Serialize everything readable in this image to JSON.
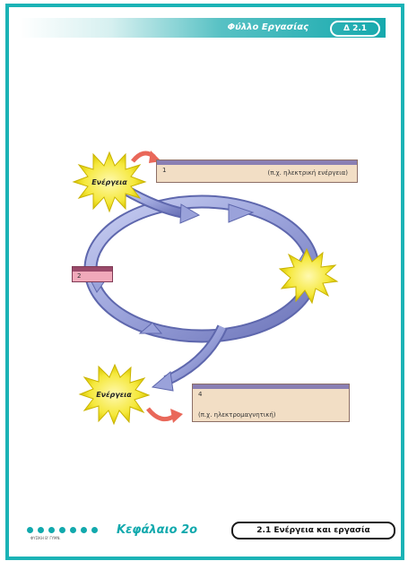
{
  "header": {
    "title": "Φύλλο Εργασίας",
    "badge": "Δ 2.1"
  },
  "diagram": {
    "burst_top_label": "Ενέργεια",
    "burst_bottom_label": "Ενέργεια",
    "box_top": {
      "number": "1",
      "caption": "(π.χ. ηλεκτρική ενέργεια)"
    },
    "box_left": {
      "number": "2"
    },
    "box_bottom": {
      "number": "4",
      "caption": "(π.χ. ηλεκτρομαγνητική)"
    }
  },
  "footer": {
    "chapter": "Κεφάλαιο 2ο",
    "section": "2.1 Ενέργεια και εργασία",
    "small_text": "ΦΥΣΙΚΗ Β' ΓΥΜΝ."
  },
  "colors": {
    "frame": "#1bb3b6",
    "arrow": "#9ba3d8",
    "burst": "#f7ed4a",
    "accent_arrow": "#e9685a"
  }
}
